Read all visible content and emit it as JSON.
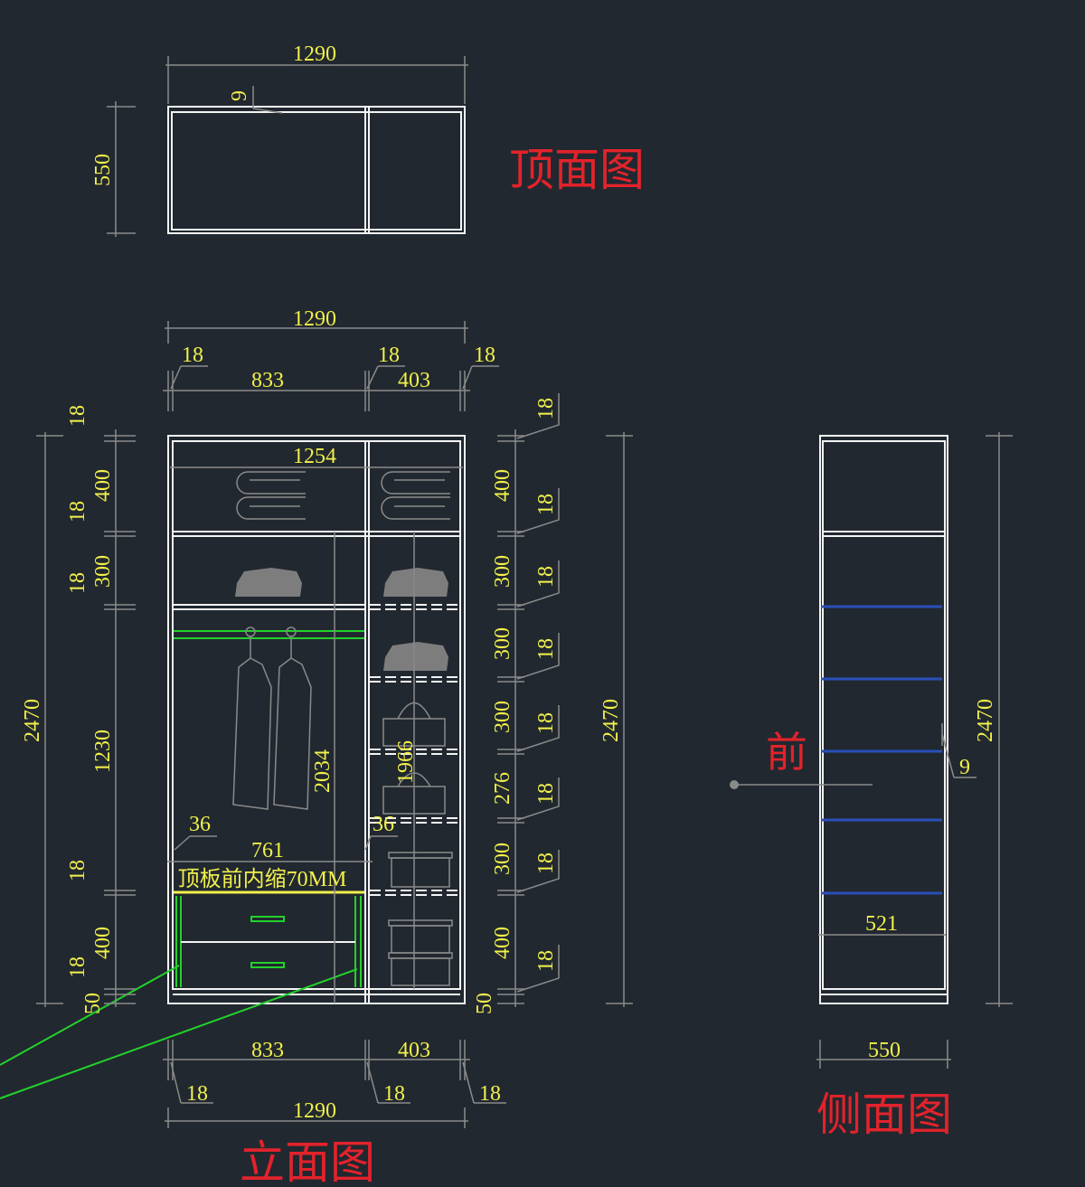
{
  "titles": {
    "top_view": "顶面图",
    "elevation": "立面图",
    "side_view": "侧面图",
    "front_marker": "前"
  },
  "top_view": {
    "width": "1290",
    "depth": "550",
    "gap": "9"
  },
  "elevation": {
    "top_dims": {
      "overall": "1290",
      "left_panel": "18",
      "left_bay": "833",
      "mid_panel": "18",
      "right_bay": "403",
      "right_panel": "18"
    },
    "bottom_dims": {
      "left_bay": "833",
      "right_bay": "403",
      "left_panel": "18",
      "mid_panel": "18",
      "right_panel": "18",
      "overall": "1290"
    },
    "left_chain": {
      "overall": "2470",
      "t1": "18",
      "s1": "400",
      "t2": "18",
      "s2": "300",
      "t3": "18",
      "s3": "1230",
      "t4": "18",
      "s4": "400",
      "t5": "18",
      "plinth": "50"
    },
    "right_chain": {
      "t0": "18",
      "s1": "400",
      "t1": "18",
      "s2": "300",
      "t2": "18",
      "s3": "300",
      "t3": "18",
      "s4": "300",
      "t4": "18",
      "s5": "276",
      "t5": "18",
      "s6": "300",
      "t6": "18",
      "s7": "400",
      "t7": "18",
      "plinth": "50"
    },
    "overall_height_right": "2470",
    "inner_width": "1254",
    "left_hang_height": "2034",
    "right_inner_height": "1966",
    "drawer_inset_left": "36",
    "drawer_inset_right": "36",
    "drawer_width": "761",
    "note": "顶板前内缩70MM"
  },
  "side_view": {
    "height": "2470",
    "inner_depth": "521",
    "depth": "550",
    "gap": "9"
  },
  "colors": {
    "background": "#212830",
    "dimension": "#f2f04a",
    "title": "#e3232b",
    "panel": "#f4f4f4",
    "drawer": "#22d12a",
    "shelf_side": "#2a4fb8"
  }
}
